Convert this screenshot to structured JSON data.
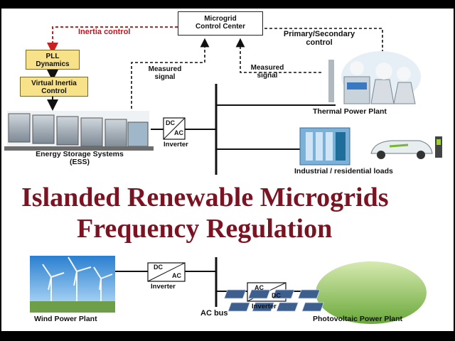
{
  "diagram": {
    "title_line1": "Islanded Renewable Microgrids",
    "title_line2": "Frequency Regulation",
    "control_center_line1": "Microgrid",
    "control_center_line2": "Control Center",
    "inertia_control": "Inertia control",
    "primary_secondary_line1": "Primary/Secondary",
    "primary_secondary_line2": "control",
    "measured_signal_left_1": "Measured",
    "measured_signal_left_2": "signal",
    "measured_signal_right_1": "Measured",
    "measured_signal_right_2": "signal",
    "pll_line1": "PLL",
    "pll_line2": "Dynamics",
    "vic_line1": "Virtual Inertia",
    "vic_line2": "Control",
    "ess_line1": "Energy Storage Systems",
    "ess_line2": "(ESS)",
    "thermal": "Thermal Power Plant",
    "loads": "Industrial / residential loads",
    "wind": "Wind Power Plant",
    "pv": "Photovoltaic Power Plant",
    "ac_bus": "AC bus",
    "inv_ess": {
      "top": "DC",
      "bottom": "AC",
      "label": "Inverter"
    },
    "inv_wind": {
      "top": "DC",
      "bottom": "AC",
      "label": "Inverter"
    },
    "inv_pv": {
      "top": "AC",
      "bottom": "DC",
      "label": "Inverter"
    }
  },
  "colors": {
    "title": "#7a1423",
    "inertia_text": "#c0141c",
    "dashed_red": "#cc2020",
    "pll_fill": "#f7e28a",
    "frame": "#000000"
  }
}
